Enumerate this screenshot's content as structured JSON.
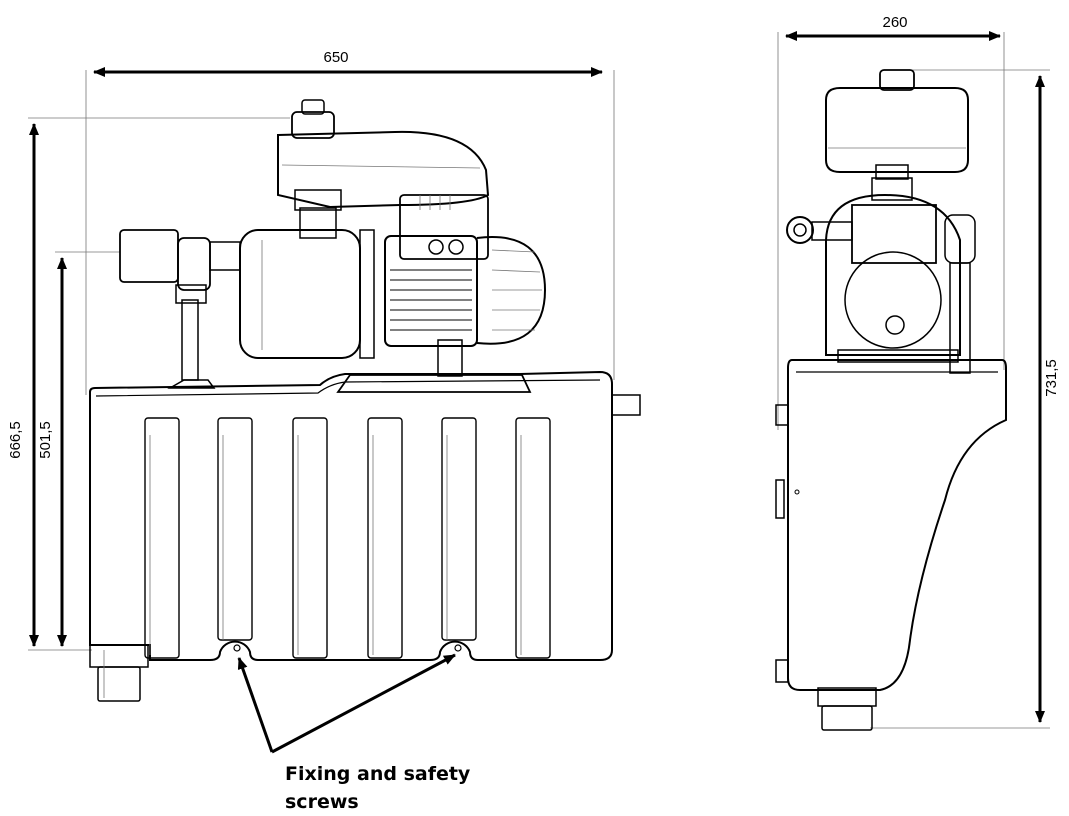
{
  "dimensions": {
    "front_width": "650",
    "front_total_height": "666,5",
    "front_inlet_height": "501,5",
    "side_width": "260",
    "side_total_height": "731,5"
  },
  "callout": {
    "line1": "Fixing and safety",
    "line2": "screws"
  },
  "colors": {
    "line": "#000000",
    "paper": "#ffffff"
  }
}
